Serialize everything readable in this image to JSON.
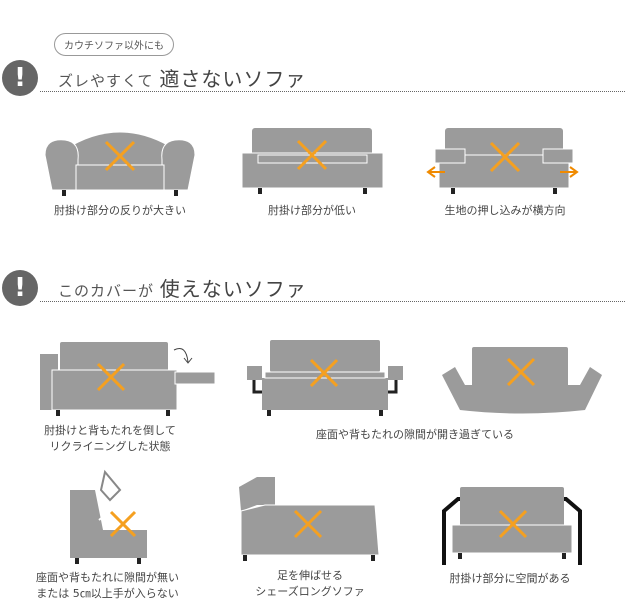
{
  "section1": {
    "bubble": "カウチソファ以外にも",
    "title_small": "ズレやすくて",
    "title_big": "適さないソファ",
    "items": [
      {
        "label": "肘掛け部分の反りが大きい"
      },
      {
        "label": "肘掛け部分が低い"
      },
      {
        "label": "生地の押し込みが横方向"
      }
    ]
  },
  "section2": {
    "title_small": "このカバーが",
    "title_big": "使えないソファ",
    "items": [
      {
        "label1": "肘掛けと背もたれを倒して",
        "label2": "リクライニングした状態"
      },
      {
        "label": "座面や背もたれの隙間が開き過ぎている"
      },
      {
        "label1": "座面や背もたれに隙間が無い",
        "label2": "または 5㎝以上手が入らない"
      },
      {
        "label1": "足を伸ばせる",
        "label2": "シェーズロングソファ"
      },
      {
        "label": "肘掛け部分に空間がある"
      }
    ]
  },
  "colors": {
    "sofa": "#9b9b9b",
    "cross": "#f5a020",
    "arrow": "#f08a00"
  }
}
